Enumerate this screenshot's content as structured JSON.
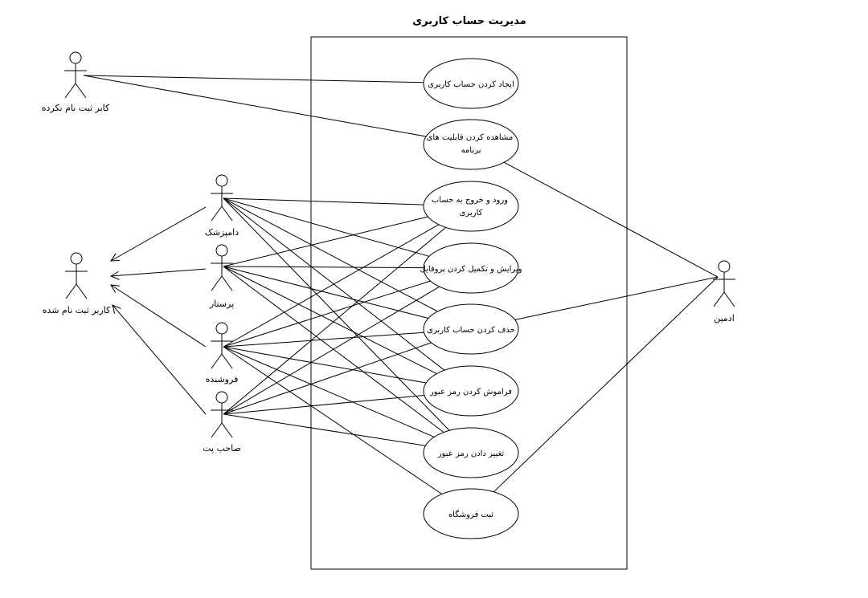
{
  "system": {
    "title": "مدیریت حساب کاربری"
  },
  "use_cases": [
    {
      "id": "uc1",
      "lines": [
        "ایجاد کردن حساب کاربری"
      ]
    },
    {
      "id": "uc2",
      "lines": [
        "مشاهده کردن قابلیت های",
        "برنامه"
      ]
    },
    {
      "id": "uc3",
      "lines": [
        "ورود و خروج به حساب",
        "کاربری"
      ]
    },
    {
      "id": "uc4",
      "lines": [
        "ویرایش و تکمیل کردن پروفایل"
      ]
    },
    {
      "id": "uc5",
      "lines": [
        "حذف کردن حساب کاربری"
      ]
    },
    {
      "id": "uc6",
      "lines": [
        "فراموش کردن رمز عبور"
      ]
    },
    {
      "id": "uc7",
      "lines": [
        "تغییر دادن رمز عبور"
      ]
    },
    {
      "id": "uc8",
      "lines": [
        "ثبت فروشگاه"
      ]
    }
  ],
  "actors": [
    {
      "id": "unregistered",
      "label": "کابر ثبت نام نکرده"
    },
    {
      "id": "vet",
      "label": "دامپزشک"
    },
    {
      "id": "nurse",
      "label": "پرستار"
    },
    {
      "id": "seller",
      "label": "فروشنده"
    },
    {
      "id": "owner",
      "label": "صاحب پت"
    },
    {
      "id": "registered",
      "label": "کاربر ثبت نام شده"
    },
    {
      "id": "admin",
      "label": "ادمین"
    }
  ],
  "associations": [
    {
      "actor": "unregistered",
      "use_case": "uc1"
    },
    {
      "actor": "unregistered",
      "use_case": "uc2"
    },
    {
      "actor": "admin",
      "use_case": "uc2"
    },
    {
      "actor": "admin",
      "use_case": "uc5"
    },
    {
      "actor": "admin",
      "use_case": "uc8"
    },
    {
      "actor": "vet",
      "use_case": "uc3"
    },
    {
      "actor": "vet",
      "use_case": "uc4"
    },
    {
      "actor": "vet",
      "use_case": "uc5"
    },
    {
      "actor": "vet",
      "use_case": "uc6"
    },
    {
      "actor": "vet",
      "use_case": "uc7"
    },
    {
      "actor": "nurse",
      "use_case": "uc3"
    },
    {
      "actor": "nurse",
      "use_case": "uc4"
    },
    {
      "actor": "nurse",
      "use_case": "uc5"
    },
    {
      "actor": "nurse",
      "use_case": "uc6"
    },
    {
      "actor": "nurse",
      "use_case": "uc7"
    },
    {
      "actor": "seller",
      "use_case": "uc3"
    },
    {
      "actor": "seller",
      "use_case": "uc4"
    },
    {
      "actor": "seller",
      "use_case": "uc5"
    },
    {
      "actor": "seller",
      "use_case": "uc6"
    },
    {
      "actor": "seller",
      "use_case": "uc7"
    },
    {
      "actor": "seller",
      "use_case": "uc8"
    },
    {
      "actor": "owner",
      "use_case": "uc3"
    },
    {
      "actor": "owner",
      "use_case": "uc4"
    },
    {
      "actor": "owner",
      "use_case": "uc5"
    },
    {
      "actor": "owner",
      "use_case": "uc6"
    },
    {
      "actor": "owner",
      "use_case": "uc7"
    }
  ],
  "generalizations": [
    {
      "child": "vet",
      "parent": "registered"
    },
    {
      "child": "nurse",
      "parent": "registered"
    },
    {
      "child": "seller",
      "parent": "registered"
    },
    {
      "child": "owner",
      "parent": "registered"
    }
  ]
}
